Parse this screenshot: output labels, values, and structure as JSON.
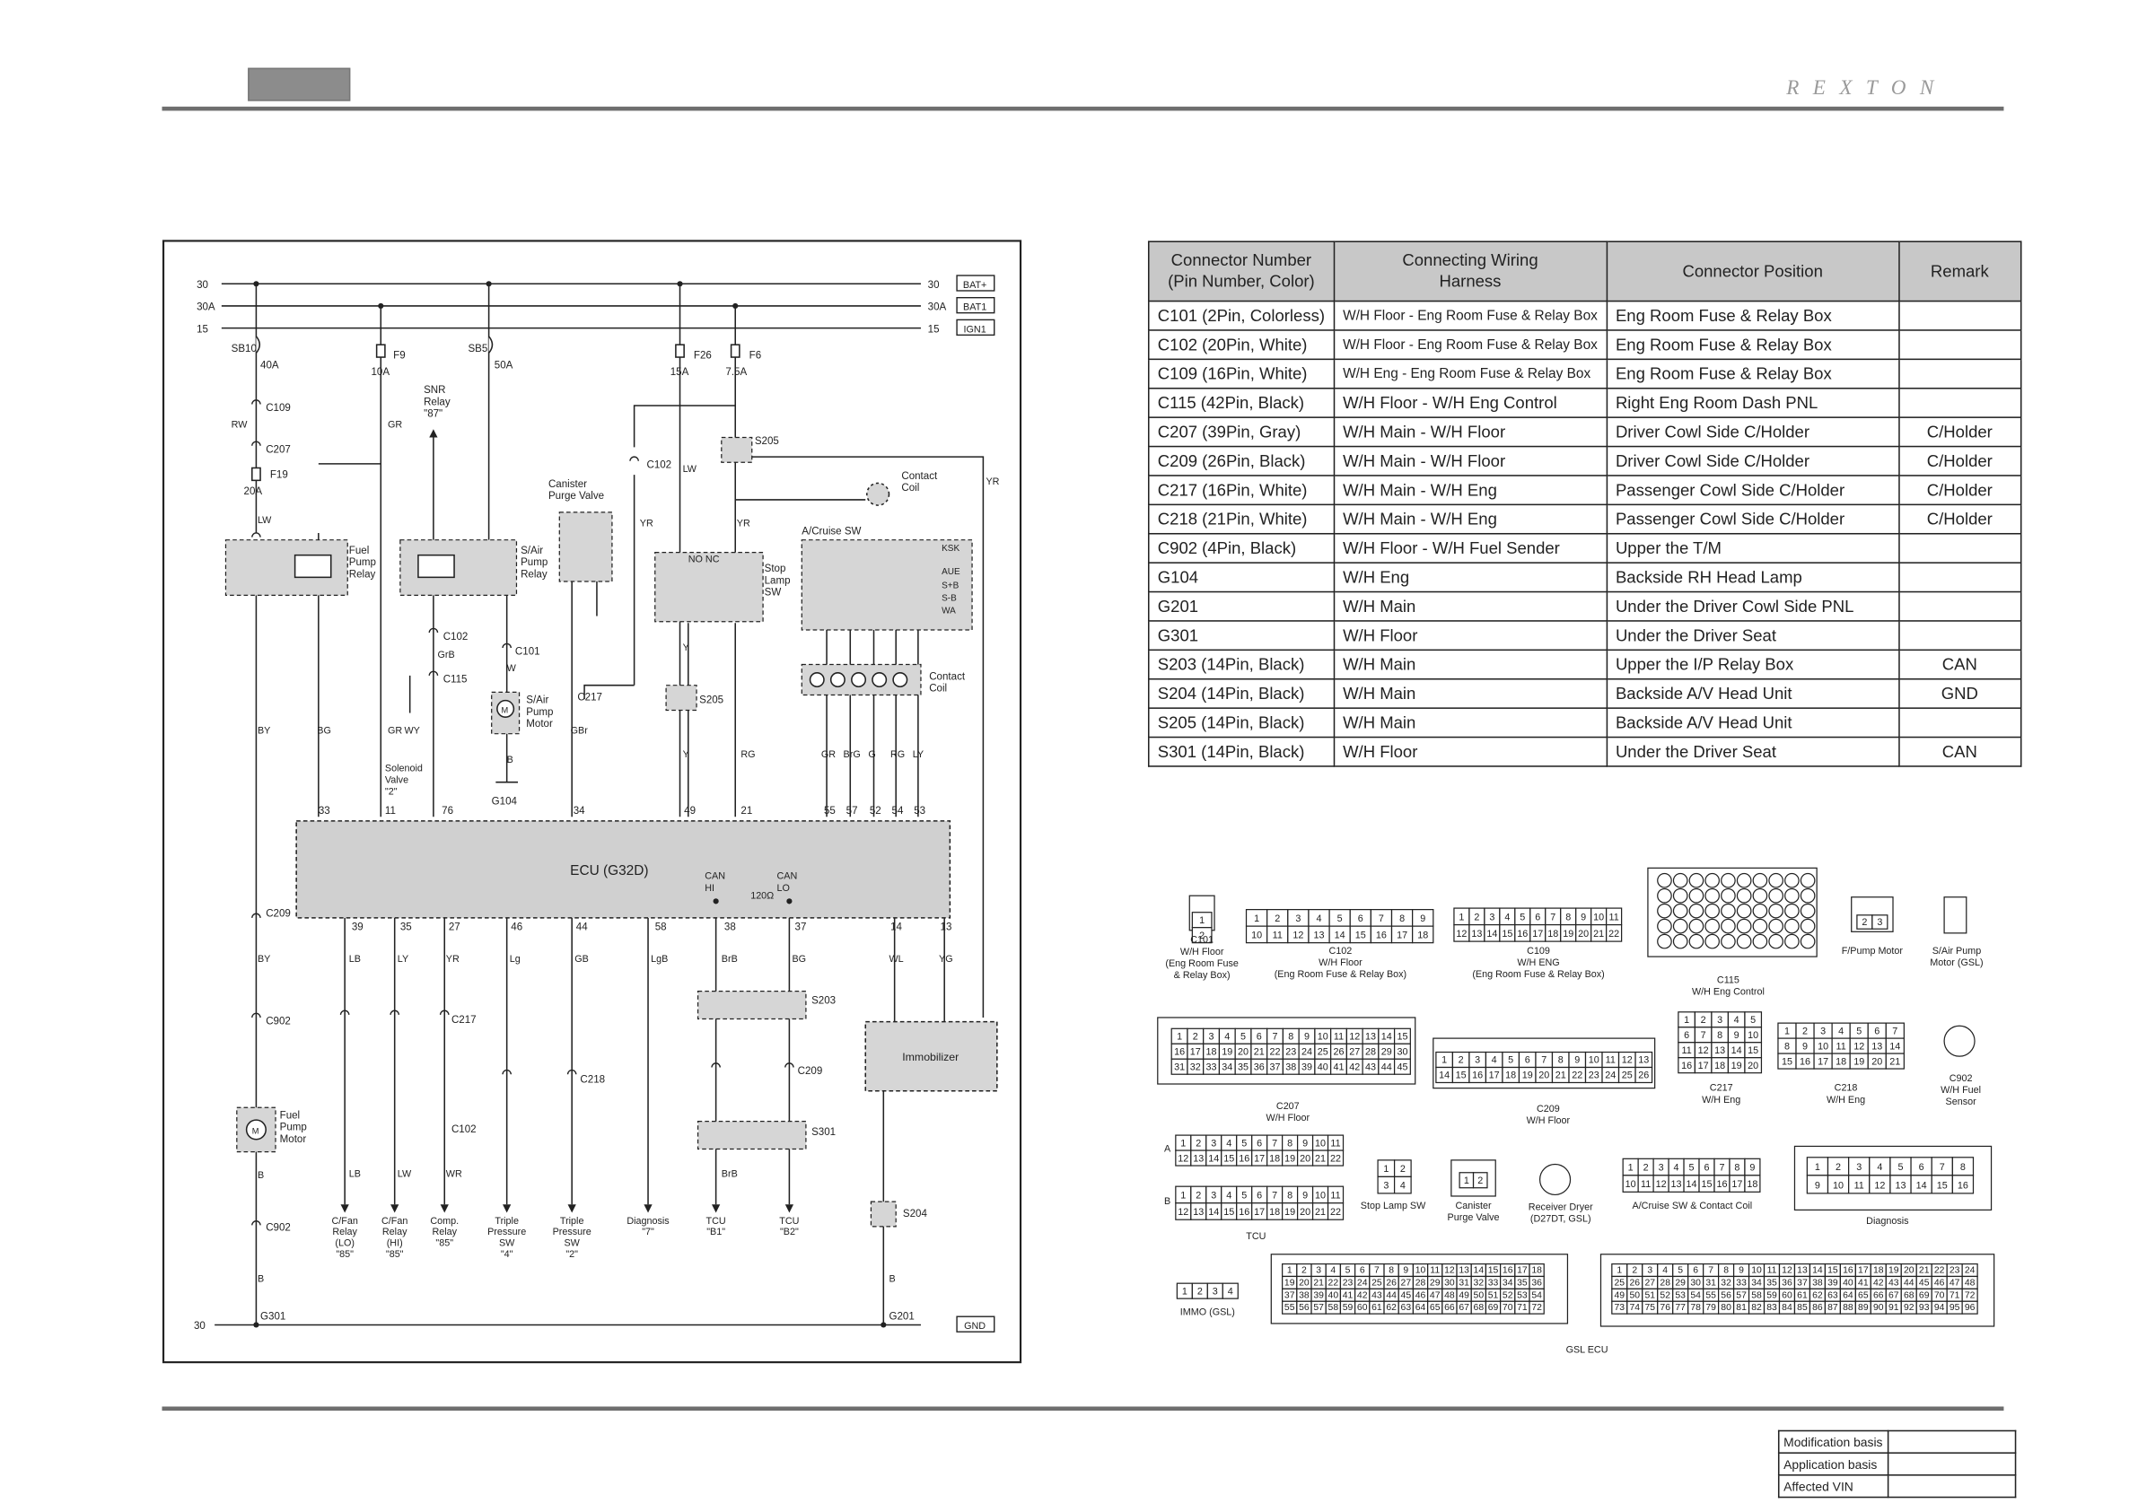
{
  "header": {
    "brand": "REXTON"
  },
  "schematic": {
    "bus_labels": [
      "30",
      "30A",
      "15"
    ],
    "terminals": [
      "BAT+",
      "BAT1",
      "IGN1",
      "GND"
    ],
    "fuses": {
      "sb10": "SB10",
      "sb10_amp": "40A",
      "f9": "F9",
      "f9_amp": "10A",
      "sb5": "SB5",
      "sb5_amp": "50A",
      "f26": "F26",
      "f26_amp": "15A",
      "f6": "F6",
      "f6_amp": "7.5A",
      "f19": "F19",
      "f19_amp": "20A"
    },
    "components": {
      "fuel_pump_relay": "Fuel\nPump\nRelay",
      "snr_relay": "SNR\nRelay\n\"87\"",
      "sair_pump_relay": "S/Air\nPump\nRelay",
      "canister_purge_valve": "Canister\nPurge Valve",
      "stop_lamp_sw": "Stop\nLamp\nSW",
      "acruise_sw": "A/Cruise SW",
      "contact_coil": "Contact\nCoil",
      "sair_pump_motor": "S/Air\nPump\nMotor",
      "solenoid_valve": "Solenoid\nValve\n\"2\"",
      "ecu": "ECU (G32D)",
      "can_hi": "CAN\nHI",
      "can_lo": "CAN\nLO",
      "resistor": "120Ω",
      "immobilizer": "Immobilizer",
      "fuel_pump_motor": "Fuel\nPump\nMotor",
      "no_nc": "NO NC",
      "ksk": "KSK",
      "aue": "AUE",
      "sb_plus": "S+B",
      "sb_minus": "S-B",
      "wa": "WA",
      "motor_m": "M"
    },
    "grounds": [
      "G104",
      "G301",
      "G201"
    ],
    "bottom_loads": [
      "C/Fan\nRelay\n(LO)\n\"85\"",
      "C/Fan\nRelay\n(HI)\n\"85\"",
      "Comp.\nRelay\n\"85\"",
      "Triple\nPressure\nSW\n\"4\"",
      "Triple\nPressure\nSW\n\"2\"",
      "Diagnosis\n\"7\"",
      "TCU\n\"B1\"",
      "TCU\n\"B2\""
    ],
    "ecu_top_pins": [
      "33",
      "11",
      "76",
      "34",
      "49",
      "21",
      "55",
      "57",
      "52",
      "54",
      "53"
    ],
    "ecu_bottom_pins": [
      "39",
      "35",
      "27",
      "46",
      "44",
      "58",
      "38",
      "37",
      "14",
      "13"
    ],
    "connectors": [
      "C109",
      "C207",
      "C102",
      "C101",
      "C115",
      "C217",
      "C102",
      "C209",
      "C902",
      "C902",
      "C217",
      "C102",
      "C218",
      "C209",
      "S205",
      "S205",
      "S203",
      "S301",
      "S204"
    ],
    "wire_colors": [
      "RW",
      "LW",
      "BY",
      "BG",
      "GR",
      "GR",
      "WY",
      "GrB",
      "W",
      "B",
      "GBr",
      "YR",
      "LW",
      "Y",
      "Y",
      "RG",
      "YR",
      "GR",
      "BrG",
      "G",
      "RG",
      "LY",
      "BY",
      "B",
      "B",
      "LB",
      "LY",
      "YR",
      "Lg",
      "GB",
      "LgB",
      "BrB",
      "BG",
      "WL",
      "YG",
      "LB",
      "LW",
      "WR",
      "B",
      "BrB",
      "YR"
    ]
  },
  "table": {
    "headers": [
      "Connector Number\n(Pin Number, Color)",
      "Connecting Wiring\nHarness",
      "Connector Position",
      "Remark"
    ],
    "rows": [
      [
        "C101 (2Pin, Colorless)",
        "W/H Floor - Eng Room Fuse & Relay Box",
        "Eng Room Fuse & Relay Box",
        ""
      ],
      [
        "C102 (20Pin, White)",
        "W/H Floor - Eng Room Fuse & Relay Box",
        "Eng Room Fuse & Relay Box",
        ""
      ],
      [
        "C109 (16Pin, White)",
        "W/H Eng - Eng Room Fuse & Relay Box",
        "Eng Room Fuse & Relay Box",
        ""
      ],
      [
        "C115 (42Pin, Black)",
        "W/H Floor - W/H Eng Control",
        "Right Eng Room Dash PNL",
        ""
      ],
      [
        "C207 (39Pin, Gray)",
        "W/H Main - W/H Floor",
        "Driver Cowl Side C/Holder",
        "C/Holder"
      ],
      [
        "C209 (26Pin, Black)",
        "W/H Main - W/H Floor",
        "Driver Cowl Side C/Holder",
        "C/Holder"
      ],
      [
        "C217 (16Pin, White)",
        "W/H Main - W/H Eng",
        "Passenger Cowl Side C/Holder",
        "C/Holder"
      ],
      [
        "C218 (21Pin, White)",
        "W/H Main - W/H Eng",
        "Passenger Cowl Side C/Holder",
        "C/Holder"
      ],
      [
        "C902 (4Pin, Black)",
        "W/H Floor - W/H Fuel Sender",
        "Upper the T/M",
        ""
      ],
      [
        "G104",
        "W/H Eng",
        "Backside RH Head Lamp",
        ""
      ],
      [
        "G201",
        "W/H Main",
        "Under the Driver Cowl Side PNL",
        ""
      ],
      [
        "G301",
        "W/H Floor",
        "Under the Driver Seat",
        ""
      ],
      [
        "S203 (14Pin, Black)",
        "W/H Main",
        "Upper the I/P Relay Box",
        "CAN"
      ],
      [
        "S204 (14Pin, Black)",
        "W/H Main",
        "Backside A/V Head Unit",
        "GND"
      ],
      [
        "S205 (14Pin, Black)",
        "W/H Main",
        "Backside A/V Head Unit",
        ""
      ],
      [
        "S301 (14Pin, Black)",
        "W/H Floor",
        "Under the Driver Seat",
        "CAN"
      ]
    ]
  },
  "connector_faces": {
    "c101": "C101\nW/H Floor\n(Eng Room Fuse\n& Relay Box)",
    "c102": "C102\nW/H Floor\n(Eng Room Fuse & Relay Box)",
    "c109": "C109\nW/H ENG\n(Eng Room Fuse & Relay Box)",
    "c115": "C115\nW/H Eng Control",
    "fpump": "F/Pump Motor",
    "sair": "S/Air Pump\nMotor (GSL)",
    "c207": "C207\nW/H Floor",
    "c209": "C209\nW/H Floor",
    "c217": "C217\nW/H Eng",
    "c218": "C218\nW/H Eng",
    "c902": "C902\nW/H Fuel\nSensor",
    "tcu": "TCU",
    "stoplamp": "Stop Lamp SW",
    "canister": "Canister\nPurge Valve",
    "dryer": "Receiver Dryer\n(D27DT, GSL)",
    "acruise": "A/Cruise SW & Contact Coil",
    "diagnosis": "Diagnosis",
    "immo": "IMMO (GSL)",
    "gslecu": "GSL ECU",
    "row_a": "A",
    "row_b": "B"
  },
  "footer": {
    "modification_basis": "Modification basis",
    "application_basis": "Application basis",
    "affected_vin": "Affected VIN"
  }
}
